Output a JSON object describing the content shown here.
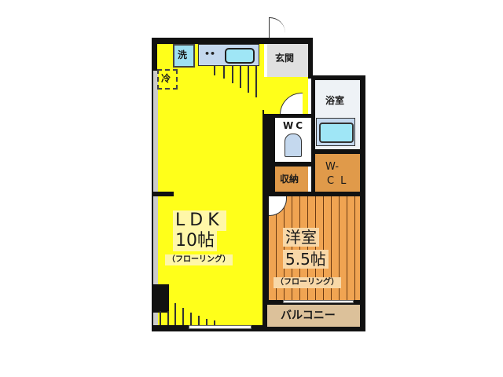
{
  "floorplan": {
    "rooms": {
      "ldk": {
        "name": "LDK",
        "size": "10帖",
        "floor": "（フローリング）",
        "color": "#ffff1a"
      },
      "western": {
        "name": "洋室",
        "size": "5.5帖",
        "floor": "（フローリング）",
        "color": "#f0a452"
      },
      "entrance": {
        "name": "玄関",
        "color": "#e0e0e0"
      },
      "bathroom": {
        "name": "浴室",
        "color": "#eef2f6"
      },
      "toilet": {
        "name": "WC"
      },
      "storage": {
        "name": "収納",
        "color": "#e09a4a"
      },
      "walkin_closet": {
        "name_line1": "W-",
        "name_line2": "CL",
        "color": "#e09a4a"
      },
      "balcony": {
        "name": "バルコニー",
        "color": "#dcc19a"
      }
    },
    "fixtures": {
      "washer": "洗",
      "fridge": "冷",
      "stove": "••"
    }
  }
}
